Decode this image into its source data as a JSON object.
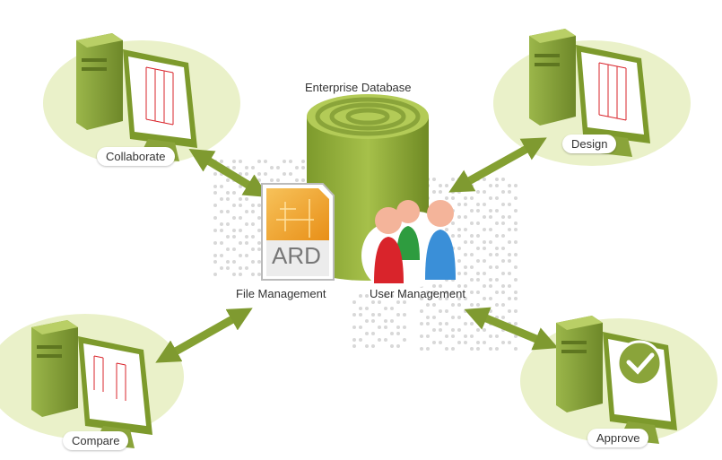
{
  "center": {
    "database_label": "Enterprise Database",
    "file_management_label": "File Management",
    "user_management_label": "User Management",
    "file_badge_text": "ARD"
  },
  "nodes": {
    "collaborate": "Collaborate",
    "design": "Design",
    "compare": "Compare",
    "approve": "Approve"
  },
  "colors": {
    "olive": "#8aa43a",
    "olive_dark": "#6d8428",
    "ellipse_bg": "#e9f0c8",
    "orange": "#f3a32a",
    "red_person": "#d9242b",
    "green_person": "#2e9c3f",
    "blue_person": "#3a8fd8"
  }
}
